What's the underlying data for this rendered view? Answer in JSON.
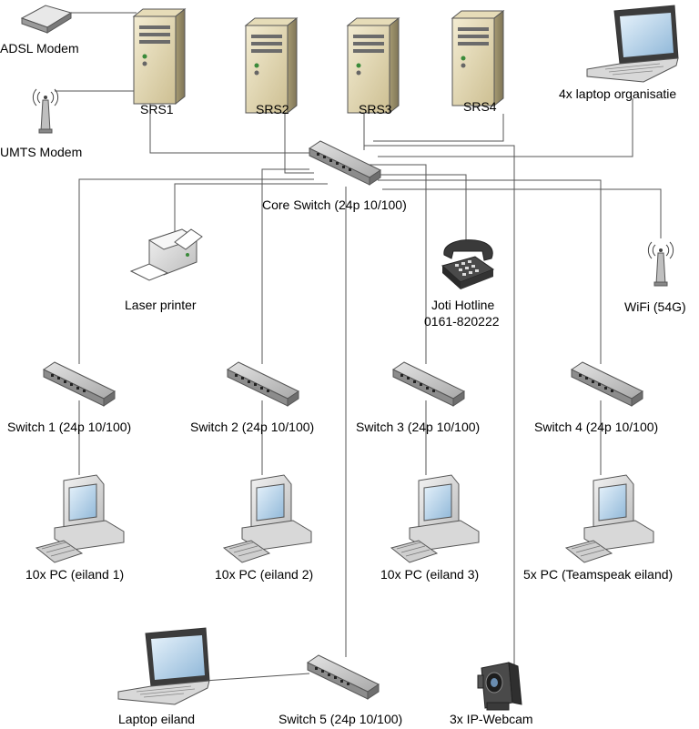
{
  "diagram": {
    "devices": {
      "adsl_modem": {
        "label": "ADSL Modem",
        "icon": "modem-icon"
      },
      "umts_modem": {
        "label": "UMTS Modem",
        "icon": "antenna-icon"
      },
      "srs1": {
        "label": "SRS1",
        "icon": "server-icon"
      },
      "srs2": {
        "label": "SRS2",
        "icon": "server-icon"
      },
      "srs3": {
        "label": "SRS3",
        "icon": "server-icon"
      },
      "srs4": {
        "label": "SRS4",
        "icon": "server-icon"
      },
      "laptop_org": {
        "label": "4x laptop organisatie",
        "icon": "laptop-icon"
      },
      "core_switch": {
        "label": "Core Switch (24p 10/100)",
        "icon": "switch-icon"
      },
      "laser_printer": {
        "label": "Laser printer",
        "icon": "printer-icon"
      },
      "joti_hotline": {
        "label_line1": "Joti Hotline",
        "label_line2": "0161-820222",
        "icon": "telephone-icon"
      },
      "wifi": {
        "label": "WiFi (54G)",
        "icon": "antenna-icon"
      },
      "switch1": {
        "label": "Switch 1 (24p 10/100)",
        "icon": "switch-icon"
      },
      "switch2": {
        "label": "Switch 2 (24p 10/100)",
        "icon": "switch-icon"
      },
      "switch3": {
        "label": "Switch 3 (24p 10/100)",
        "icon": "switch-icon"
      },
      "switch4": {
        "label": "Switch 4 (24p 10/100)",
        "icon": "switch-icon"
      },
      "pc1": {
        "label": "10x PC (eiland 1)",
        "icon": "pc-icon"
      },
      "pc2": {
        "label": "10x PC (eiland 2)",
        "icon": "pc-icon"
      },
      "pc3": {
        "label": "10x PC (eiland 3)",
        "icon": "pc-icon"
      },
      "pc4": {
        "label": "5x PC (Teamspeak eiland)",
        "icon": "pc-icon"
      },
      "laptop_eiland": {
        "label": "Laptop eiland",
        "icon": "laptop-icon"
      },
      "switch5": {
        "label": "Switch 5 (24p 10/100)",
        "icon": "switch-icon"
      },
      "webcam": {
        "label": "3x IP-Webcam",
        "icon": "camera-icon"
      }
    }
  }
}
